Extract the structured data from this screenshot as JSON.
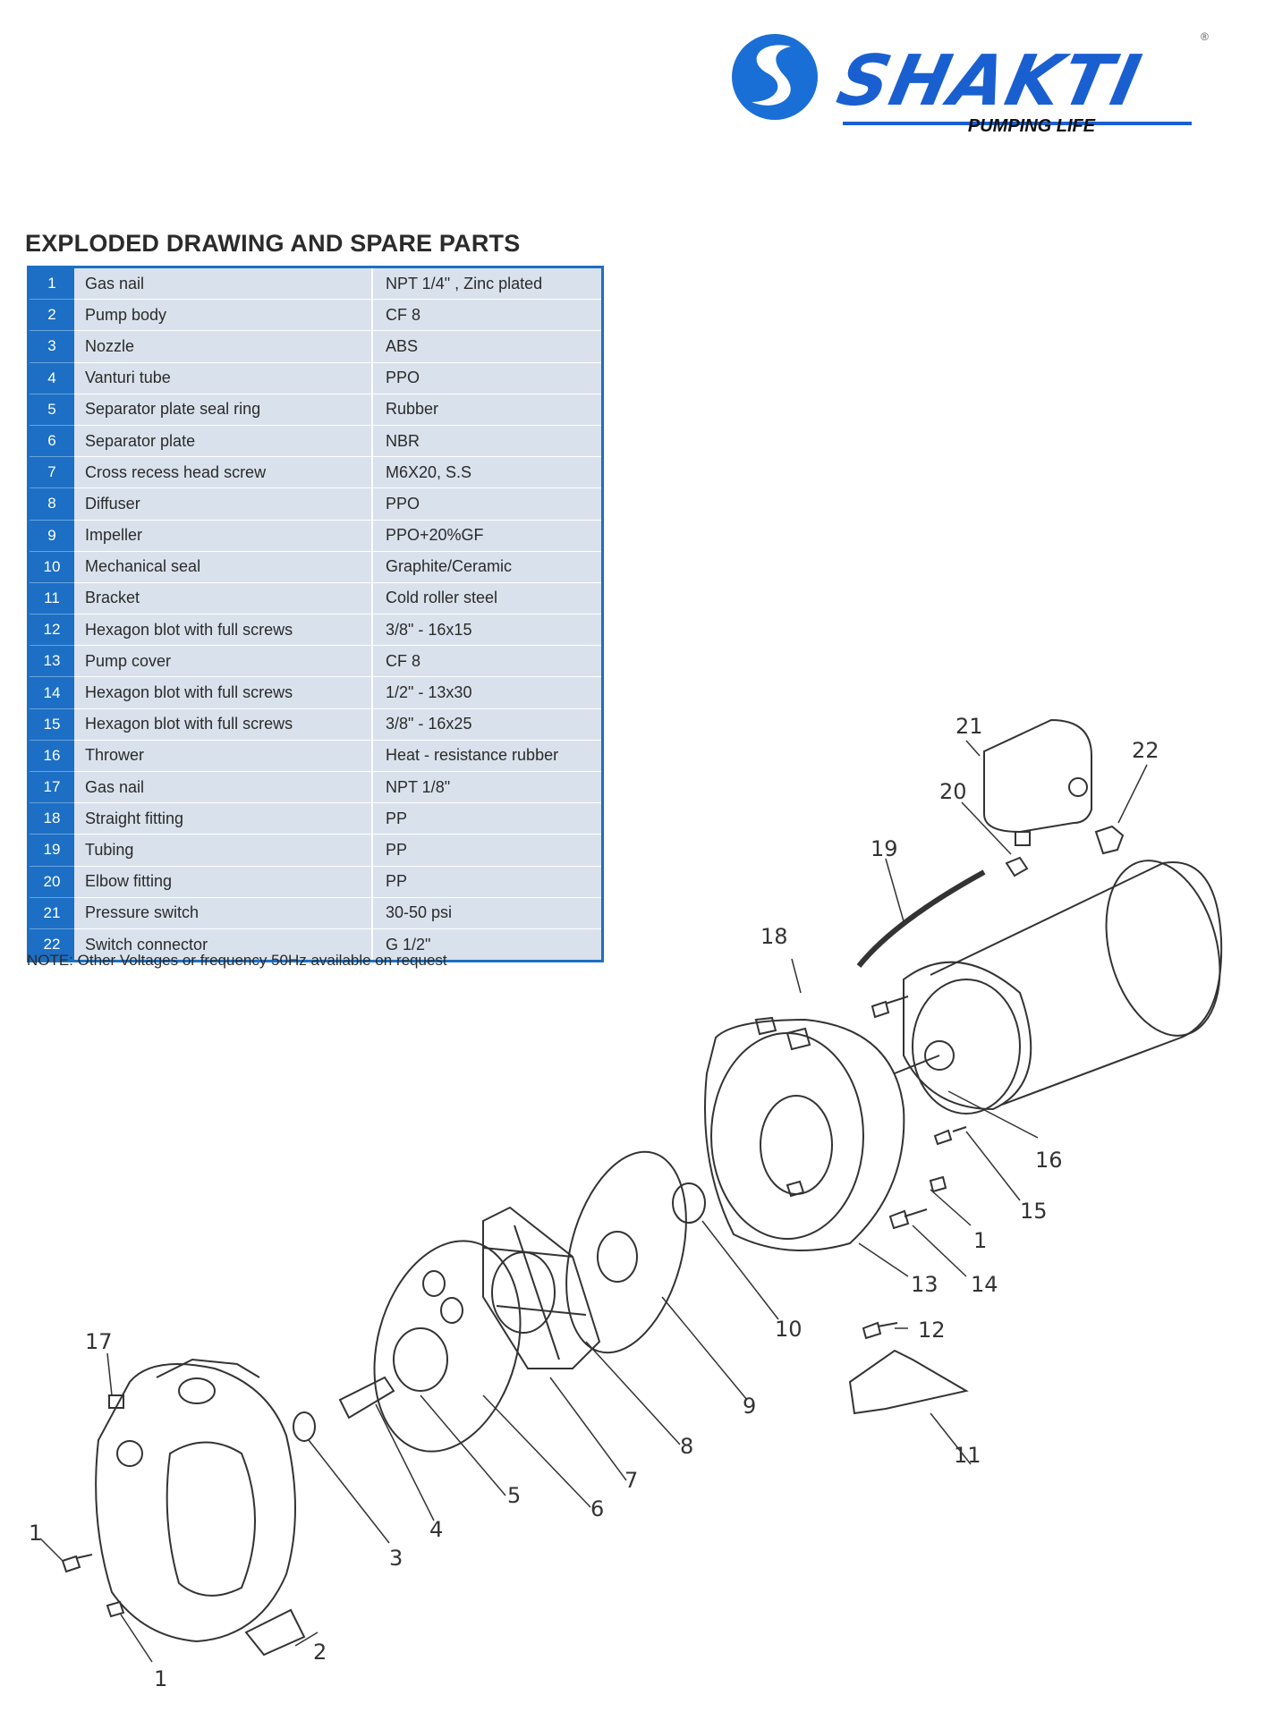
{
  "brand": {
    "name": "SHAKTI",
    "tagline": "PUMPING LIFE",
    "registered_mark": "®",
    "color": "#1a5fd0"
  },
  "heading": "EXPLODED DRAWING AND SPARE PARTS",
  "parts": [
    {
      "no": "1",
      "name": "Gas nail",
      "spec": "NPT 1/4\" , Zinc plated"
    },
    {
      "no": "2",
      "name": "Pump body",
      "spec": "CF 8"
    },
    {
      "no": "3",
      "name": "Nozzle",
      "spec": "ABS"
    },
    {
      "no": "4",
      "name": "Vanturi tube",
      "spec": "PPO"
    },
    {
      "no": "5",
      "name": "Separator plate seal ring",
      "spec": "Rubber"
    },
    {
      "no": "6",
      "name": "Separator plate",
      "spec": "NBR"
    },
    {
      "no": "7",
      "name": "Cross recess head screw",
      "spec": "M6X20, S.S"
    },
    {
      "no": "8",
      "name": "Diffuser",
      "spec": "PPO"
    },
    {
      "no": "9",
      "name": "Impeller",
      "spec": "PPO+20%GF"
    },
    {
      "no": "10",
      "name": "Mechanical seal",
      "spec": "Graphite/Ceramic"
    },
    {
      "no": "11",
      "name": "Bracket",
      "spec": "Cold roller steel"
    },
    {
      "no": "12",
      "name": "Hexagon blot with full screws",
      "spec": "3/8\" - 16x15"
    },
    {
      "no": "13",
      "name": "Pump cover",
      "spec": "CF 8"
    },
    {
      "no": "14",
      "name": "Hexagon blot with full screws",
      "spec": "1/2\" - 13x30"
    },
    {
      "no": "15",
      "name": "Hexagon blot with full screws",
      "spec": "3/8\" - 16x25"
    },
    {
      "no": "16",
      "name": "Thrower",
      "spec": "Heat - resistance rubber"
    },
    {
      "no": "17",
      "name": "Gas nail",
      "spec": "NPT 1/8\""
    },
    {
      "no": "18",
      "name": "Straight fitting",
      "spec": "PP"
    },
    {
      "no": "19",
      "name": "Tubing",
      "spec": "PP"
    },
    {
      "no": "20",
      "name": "Elbow fitting",
      "spec": "PP"
    },
    {
      "no": "21",
      "name": "Pressure switch",
      "spec": "30-50 psi"
    },
    {
      "no": "22",
      "name": "Switch connector",
      "spec": "G 1/2\""
    }
  ],
  "note": "NOTE: Other Voltages or frequency 50Hz available on request",
  "callouts": [
    "1",
    "2",
    "3",
    "4",
    "5",
    "6",
    "7",
    "8",
    "9",
    "10",
    "11",
    "12",
    "13",
    "14",
    "15",
    "16",
    "17",
    "18",
    "19",
    "20",
    "21",
    "22",
    "1",
    "1"
  ],
  "table_colors": {
    "number_column": "#1c6fc4",
    "rows": "#d9e2ec"
  }
}
